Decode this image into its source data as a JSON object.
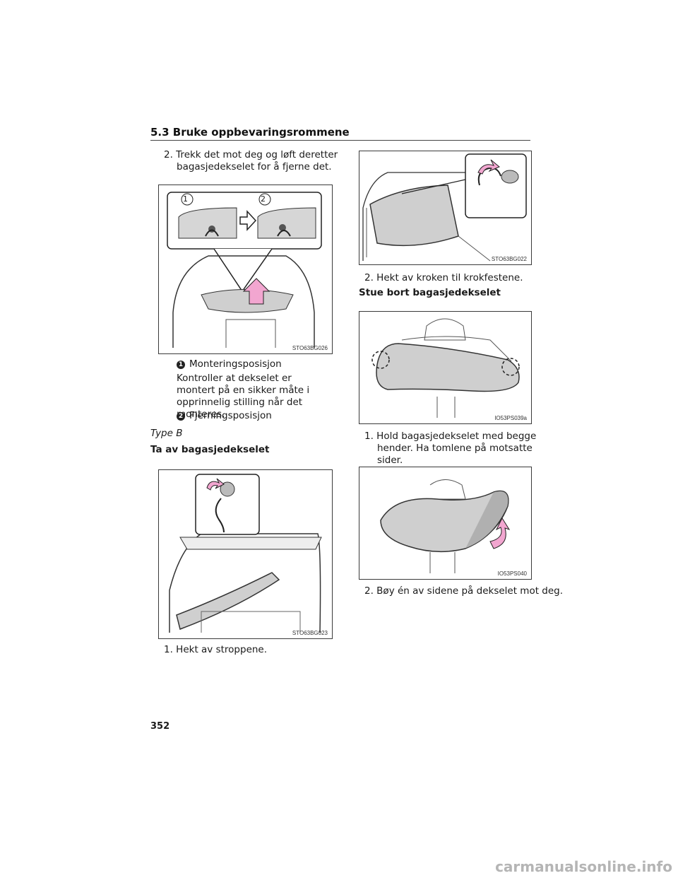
{
  "header": {
    "section_title": "5.3 Bruke oppbevaringsrommene"
  },
  "left": {
    "step_pull": "2. Trekk det mot deg og løft deretter bagasjedekselet for å fjerne det.",
    "fig1": {
      "code": "STO63BG026",
      "callout_1": "1",
      "callout_2": "2"
    },
    "item1_badge": "1",
    "item1_label": "Monteringsposisjon",
    "item1_note": "Kontroller at dekselet er montert på en sikker måte i opprinnelig stilling når det monteres.",
    "item2_badge": "2",
    "item2_label": "Fjerningsposisjon",
    "type_label": "Type B",
    "remove_heading": "Ta av bagasjedekselet",
    "fig2": {
      "code": "STO63BG023"
    },
    "step_straps": "1. Hekt av stroppene."
  },
  "right": {
    "fig3": {
      "code": "STO63BG022"
    },
    "step_hook": "2. Hekt av kroken til krokfestene.",
    "store_heading": "Stue bort bagasjedekselet",
    "fig4": {
      "code": "IO53PS039a"
    },
    "step_hold": "1. Hold bagasjedekselet med begge hender. Ha tomlene på motsatte sider.",
    "fig5": {
      "code": "IO53PS040"
    },
    "step_bend": "2. Bøy én av sidene på dekselet mot deg."
  },
  "footer": {
    "page_number": "352",
    "watermark": "carmanualsonline.info"
  },
  "colors": {
    "arrow_pink": "#f2a6d0",
    "panel_gray": "#d6d6d6",
    "cover_gray": "#cfcfcf"
  }
}
